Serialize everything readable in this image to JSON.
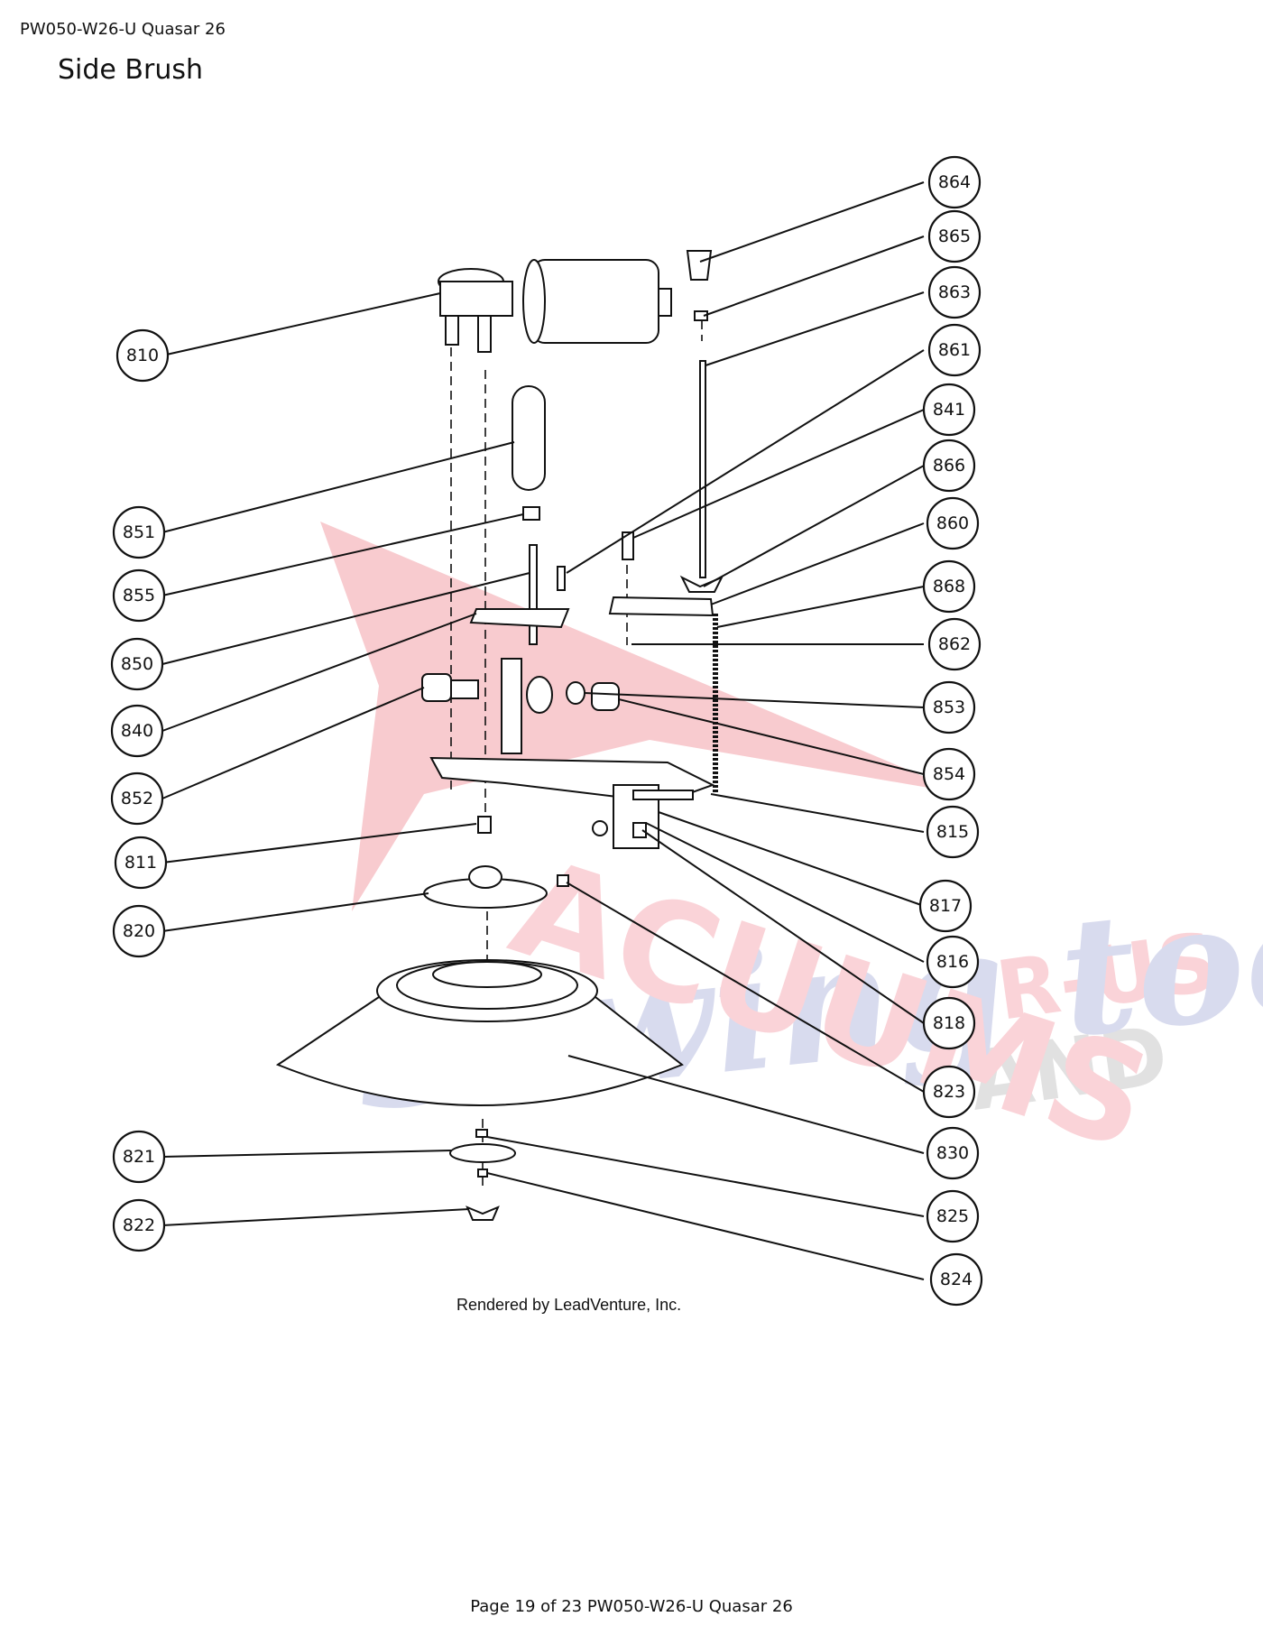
{
  "header": {
    "code": "PW050-W26-U Quasar 26"
  },
  "title": "Side Brush",
  "diagram": {
    "callouts": [
      "864",
      "865",
      "863",
      "861",
      "841",
      "866",
      "860",
      "868",
      "862",
      "853",
      "854",
      "815",
      "817",
      "816",
      "818",
      "823",
      "830",
      "825",
      "824",
      "810",
      "851",
      "855",
      "850",
      "840",
      "852",
      "811",
      "820",
      "821",
      "822"
    ],
    "credit": "Rendered by LeadVenture, Inc.",
    "watermark": "VACUUMS R-US AND Sewing too"
  },
  "footer": {
    "text": "Page 19 of 23 PW050-W26-U Quasar 26"
  }
}
